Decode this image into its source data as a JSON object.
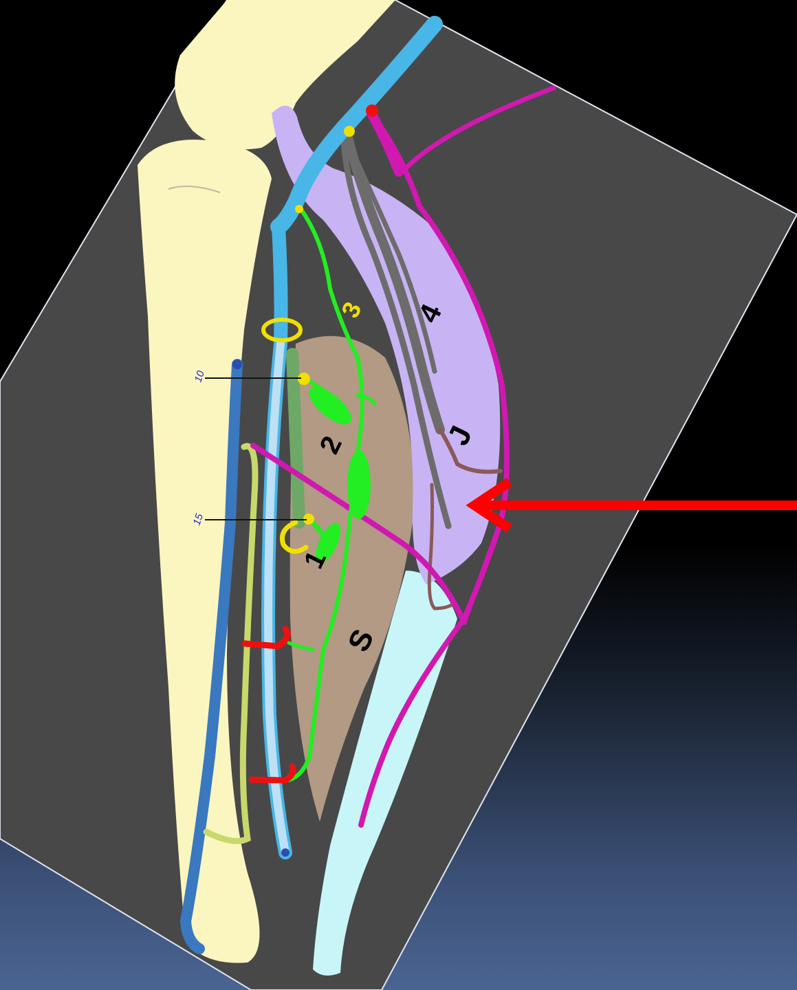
{
  "diagram": {
    "labels": {
      "label_1": "1",
      "label_2": "2",
      "label_3": "3",
      "label_4": "4",
      "label_J": "J",
      "label_S": "S",
      "mark_10": "10",
      "mark_15": "15"
    },
    "colors": {
      "background_dark": "#000000",
      "background_gradient_end": "#4a6492",
      "frame_fill": "#484848",
      "bone": "#fbf6c0",
      "nerve_blue": "#48b6e6",
      "vein_blue": "#3a78c0",
      "light_blue_vessel": "#bde0f5",
      "green_nerve": "#22ee22",
      "dark_green": "#6da866",
      "brown_muscle": "#b29a84",
      "lavender_muscle": "#c8b4f4",
      "magenta_vessel": "#d118b0",
      "grey_vessel": "#6c6c6c",
      "pale_cyan": "#c8f6f8",
      "yellow_marker": "#f0e000",
      "red_marker": "#ee1010",
      "arrow_red": "#ff0000"
    }
  }
}
